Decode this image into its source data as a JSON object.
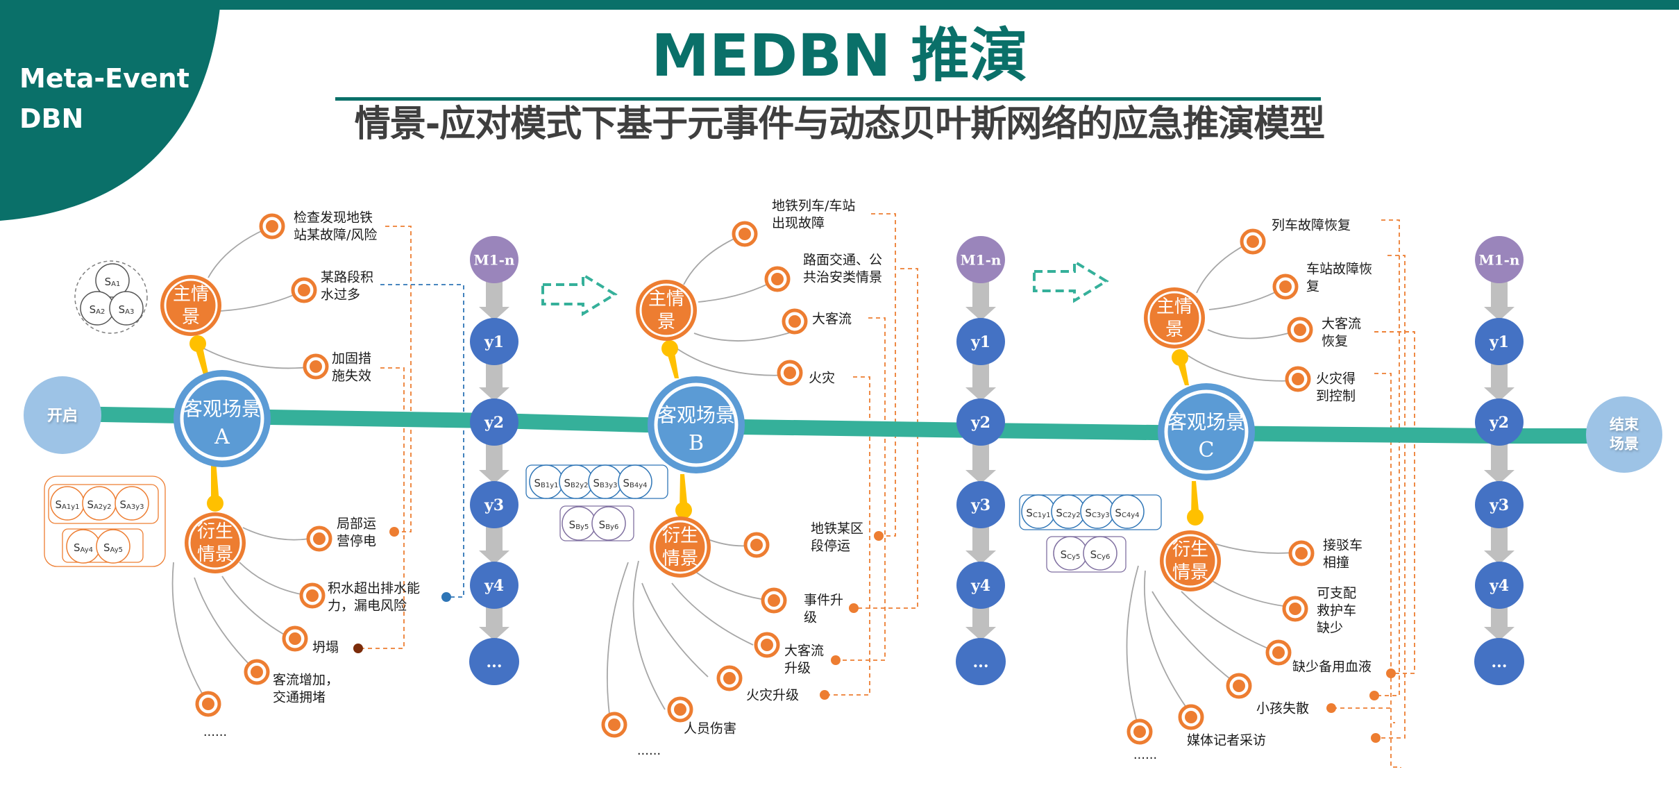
{
  "corner_label": {
    "line1": "Meta-Event",
    "line2": "DBN"
  },
  "title": "MEDBN 推演",
  "subtitle": "情景-应对模式下基于元事件与动态贝叶斯网络的应急推演模型",
  "colors": {
    "brand": "#0a7069",
    "timeline": "#35b09a",
    "objective_node": "#5b9bd5",
    "endpoint_node": "#9dc3e6",
    "situation_node": "#ed7d31",
    "connector_knob": "#ffc000",
    "dbn_node": "#4472c4",
    "meta_node": "#9a85bb",
    "dbn_arrow": "#bfbfbf",
    "dashed_orange": "#ed7d31",
    "dashed_blue": "#2e75b6",
    "dot_dark": "#7b2c0a",
    "transition_arrow": "#35b09a"
  },
  "endpoints": {
    "start": "开启",
    "end_line1": "结束",
    "end_line2": "场景"
  },
  "dbn_columns": [
    {
      "meta": "M1-n",
      "nodes": [
        "y1",
        "y2",
        "y3",
        "y4",
        "..."
      ]
    },
    {
      "meta": "M1-n",
      "nodes": [
        "y1",
        "y2",
        "y3",
        "y4",
        "..."
      ]
    },
    {
      "meta": "M1-n",
      "nodes": [
        "y1",
        "y2",
        "y3",
        "y4",
        "..."
      ]
    }
  ],
  "scenes": [
    {
      "id": "A",
      "objective_line1": "客观场景",
      "objective_line2": "A",
      "main_label_line1": "主情",
      "main_label_line2": "景",
      "derived_label_line1": "衍生",
      "derived_label_line2": "情景",
      "main_states": [
        "SA1",
        "SA2",
        "SA3"
      ],
      "derived_states_row1": [
        "SA1y1",
        "SA2y2",
        "SA3y3"
      ],
      "derived_states_row2": [
        "SAy4",
        "SAy5"
      ],
      "main_events": [
        {
          "lines": [
            "检查发现地铁",
            "站某故障/风险"
          ]
        },
        {
          "lines": [
            "某路段积",
            "水过多"
          ]
        },
        {
          "lines": [
            "加固措",
            "施失效"
          ]
        }
      ],
      "derived_events": [
        {
          "lines": [
            "局部运",
            "营停电"
          ]
        },
        {
          "lines": [
            "积水超出排水能",
            "力，漏电风险"
          ]
        },
        {
          "lines": [
            "坍塌"
          ]
        },
        {
          "lines": [
            "客流增加，",
            "交通拥堵"
          ]
        },
        {
          "lines": [
            ""
          ]
        }
      ],
      "ellipsis": "......"
    },
    {
      "id": "B",
      "objective_line1": "客观场景",
      "objective_line2": "B",
      "main_label_line1": "主情",
      "main_label_line2": "景",
      "derived_label_line1": "衍生",
      "derived_label_line2": "情景",
      "derived_states_row1": [
        "SB1y1",
        "SB2y2",
        "SB3y3",
        "SB4y4"
      ],
      "derived_states_row2": [
        "SBy5",
        "SBy6"
      ],
      "main_events": [
        {
          "lines": [
            "地铁列车/车站",
            "出现故障"
          ]
        },
        {
          "lines": [
            "路面交通、公",
            "共治安类情景"
          ]
        },
        {
          "lines": [
            "大客流"
          ]
        },
        {
          "lines": [
            "火灾"
          ]
        }
      ],
      "derived_events": [
        {
          "lines": [
            "地铁某区",
            "段停运"
          ]
        },
        {
          "lines": [
            "事件升",
            "级"
          ]
        },
        {
          "lines": [
            "大客流",
            "升级"
          ]
        },
        {
          "lines": [
            "火灾升级"
          ]
        },
        {
          "lines": [
            "人员伤害"
          ]
        },
        {
          "lines": [
            ""
          ]
        }
      ],
      "ellipsis": "......"
    },
    {
      "id": "C",
      "objective_line1": "客观场景",
      "objective_line2": "C",
      "main_label_line1": "主情",
      "main_label_line2": "景",
      "derived_label_line1": "衍生",
      "derived_label_line2": "情景",
      "derived_states_row1": [
        "SC1y1",
        "SC2y2",
        "SC3y3",
        "SC4y4"
      ],
      "derived_states_row2": [
        "SCy5",
        "SCy6"
      ],
      "main_events": [
        {
          "lines": [
            "列车故障恢复"
          ]
        },
        {
          "lines": [
            "车站故障恢",
            "复"
          ]
        },
        {
          "lines": [
            "大客流",
            "恢复"
          ]
        },
        {
          "lines": [
            "火灾得",
            "到控制"
          ]
        }
      ],
      "derived_events": [
        {
          "lines": [
            "接驳车",
            "相撞"
          ]
        },
        {
          "lines": [
            "可支配",
            "救护车",
            "缺少"
          ]
        },
        {
          "lines": [
            "缺少备用血液"
          ]
        },
        {
          "lines": [
            "小孩失散"
          ]
        },
        {
          "lines": [
            "媒体记者采访"
          ]
        },
        {
          "lines": [
            ""
          ]
        }
      ],
      "ellipsis": "......"
    }
  ]
}
